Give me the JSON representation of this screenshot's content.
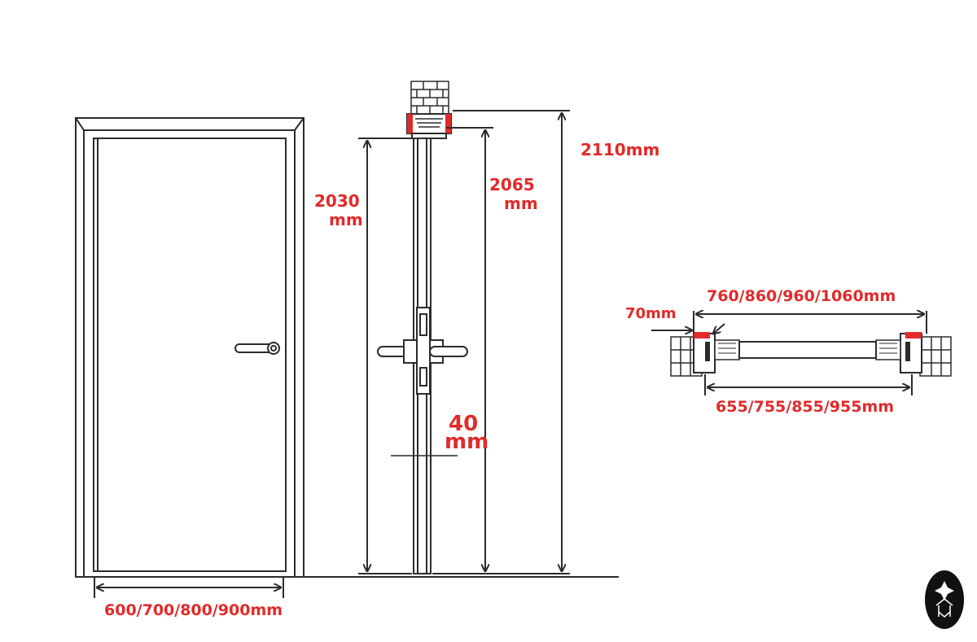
{
  "labels": {
    "door_width": "600/700/800/900mm",
    "height_2030_value": "2030",
    "height_2030_unit": "mm",
    "height_2065_value": "2065",
    "height_2065_unit": "mm",
    "height_2110": "2110mm",
    "thickness_value": "40",
    "thickness_unit": "mm",
    "frame_depth": "70mm",
    "outer_width": "760/860/960/1060mm",
    "inner_width": "655/755/855/955mm"
  },
  "colors": {
    "line": "#2b2b2b",
    "accent": "#e12a2a"
  }
}
